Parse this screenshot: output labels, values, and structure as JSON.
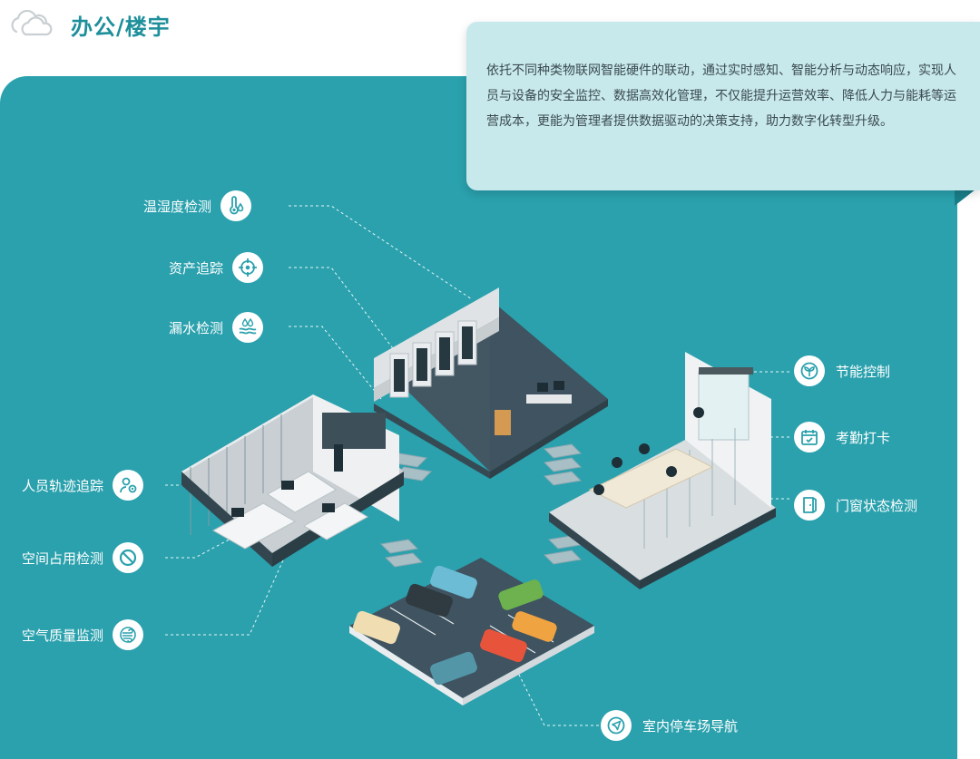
{
  "header": {
    "title": "办公/楼宇",
    "icon": "cloud-icon"
  },
  "description": "依托不同种类物联网智能硬件的联动，通过实时感知、智能分析与动态响应，实现人员与设备的安全监控、数据高效化管理，不仅能提升运营效率、降低人力与能耗等运营成本，更能为管理者提供数据驱动的决策支持，助力数字化转型升级。",
  "colors": {
    "brand": "#1d8f9b",
    "panel": "#2aa1ad",
    "card": "#c8e9ec",
    "icon": "#2aa1ad"
  },
  "features": {
    "temperature": {
      "label": "温湿度检测",
      "icon": "thermometer-droplet-icon"
    },
    "asset": {
      "label": "资产追踪",
      "icon": "crosshair-icon"
    },
    "leak": {
      "label": "漏水检测",
      "icon": "water-leak-icon"
    },
    "person_track": {
      "label": "人员轨迹追踪",
      "icon": "person-track-icon"
    },
    "space": {
      "label": "空间占用检测",
      "icon": "no-entry-icon"
    },
    "air": {
      "label": "空气质量监测",
      "icon": "air-flow-icon"
    },
    "energy": {
      "label": "节能控制",
      "icon": "leaf-icon"
    },
    "attendance": {
      "label": "考勤打卡",
      "icon": "calendar-check-icon"
    },
    "door": {
      "label": "门窗状态检测",
      "icon": "door-icon"
    },
    "parking": {
      "label": "室内停车场导航",
      "icon": "navigation-arrow-icon"
    }
  }
}
